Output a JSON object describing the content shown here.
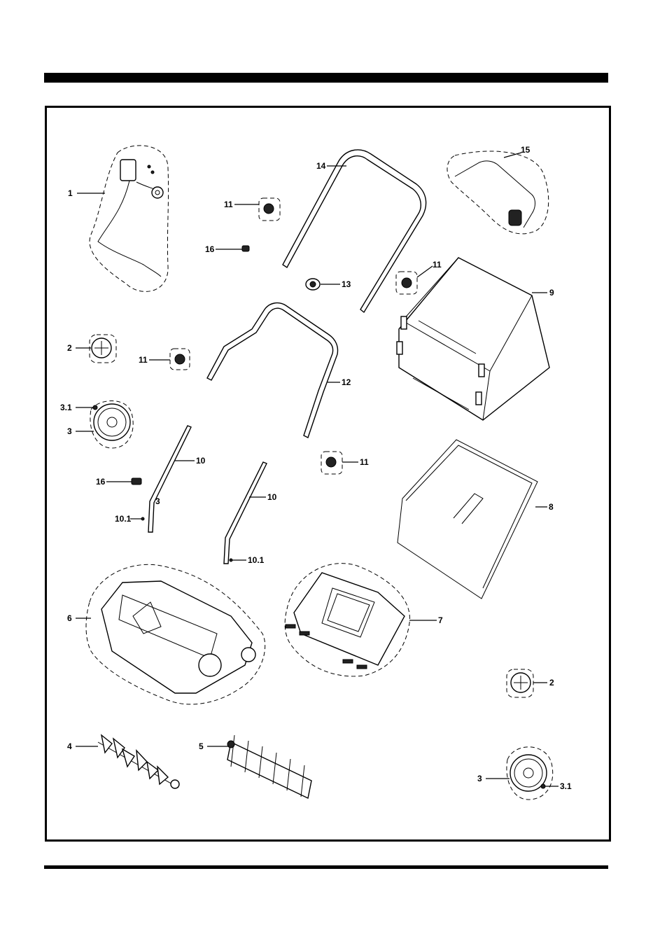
{
  "callouts": {
    "c1": "1",
    "c2a": "2",
    "c2b": "2",
    "c3a": "3",
    "c3b": "3",
    "c3c": "3",
    "c31a": "3.1",
    "c31b": "3.1",
    "c4": "4",
    "c5": "5",
    "c6": "6",
    "c7": "7",
    "c8": "8",
    "c9": "9",
    "c10a": "10",
    "c10b": "10",
    "c101a": "10.1",
    "c101b": "10.1",
    "c11a": "11",
    "c11b": "11",
    "c11c": "11",
    "c11d": "11",
    "c12": "12",
    "c13": "13",
    "c14": "14",
    "c15": "15",
    "c16a": "16",
    "c16b": "16"
  },
  "colors": {
    "line": "#000000",
    "background": "#ffffff"
  }
}
